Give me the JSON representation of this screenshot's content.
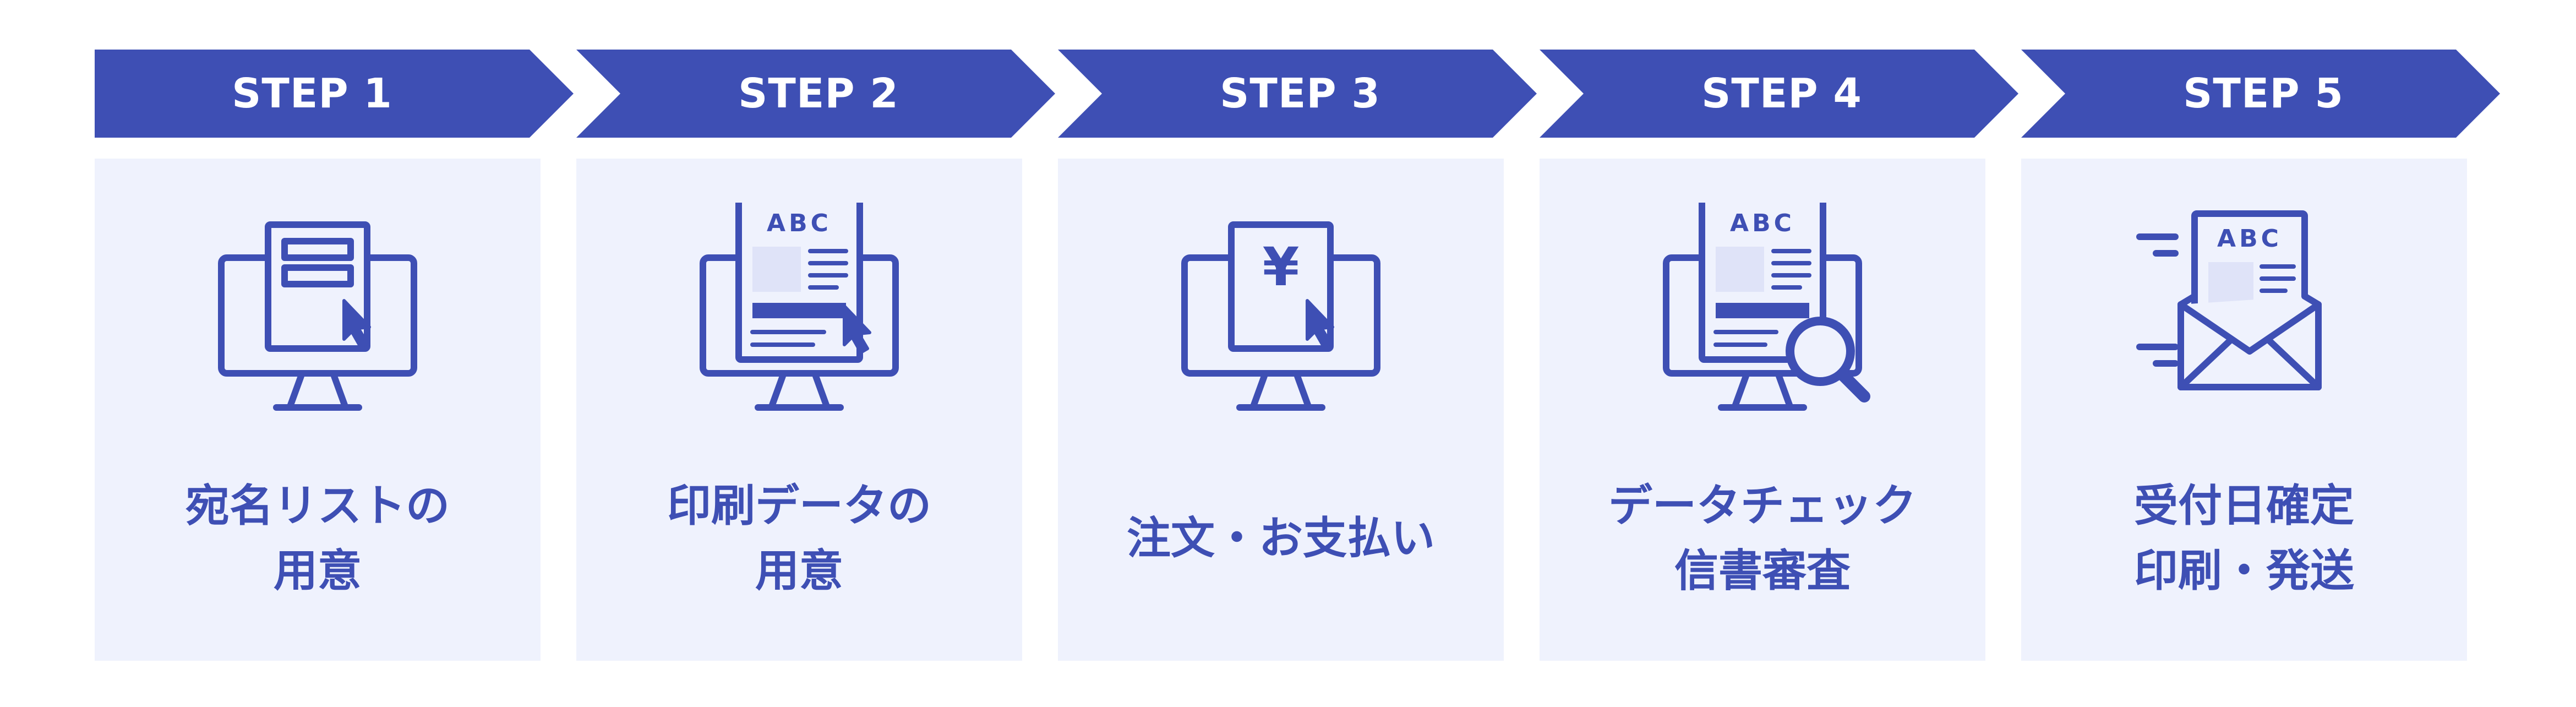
{
  "colors": {
    "accent": "#3e4fb4",
    "card_background": "#eff2fd",
    "icon_fill_light": "#dfe3f8",
    "text_on_accent": "#ffffff"
  },
  "steps": [
    {
      "label": "STEP 1",
      "icon": "monitor-form-icon",
      "caption_lines": [
        "宛名リストの",
        "用意"
      ]
    },
    {
      "label": "STEP 2",
      "icon": "monitor-document-abc-icon",
      "document_text": "ABC",
      "caption_lines": [
        "印刷データの",
        "用意"
      ]
    },
    {
      "label": "STEP 3",
      "icon": "monitor-yen-icon",
      "document_text": "¥",
      "caption_lines": [
        "注文・お支払い"
      ]
    },
    {
      "label": "STEP 4",
      "icon": "monitor-document-search-icon",
      "document_text": "ABC",
      "caption_lines": [
        "データチェック",
        "信書審査"
      ]
    },
    {
      "label": "STEP 5",
      "icon": "envelope-document-send-icon",
      "document_text": "ABC",
      "caption_lines": [
        "受付日確定",
        "印刷・発送"
      ]
    }
  ]
}
